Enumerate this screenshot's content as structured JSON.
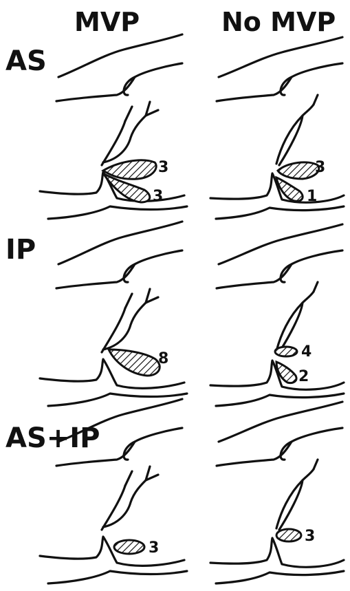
{
  "columns": {
    "mvp": "MVP",
    "no_mvp": "No MVP"
  },
  "rows": {
    "as": {
      "label": "AS",
      "mvp_counts": [
        "3",
        "3"
      ],
      "no_mvp_counts": [
        "3",
        "1"
      ]
    },
    "ip": {
      "label": "IP",
      "mvp_counts": [
        "8"
      ],
      "no_mvp_counts": [
        "4",
        "2"
      ]
    },
    "as_ip": {
      "label": "AS+IP",
      "mvp_counts": [
        "3"
      ],
      "no_mvp_counts": [
        "3"
      ]
    }
  },
  "colors": {
    "ink": "#111111",
    "background": "#ffffff"
  }
}
